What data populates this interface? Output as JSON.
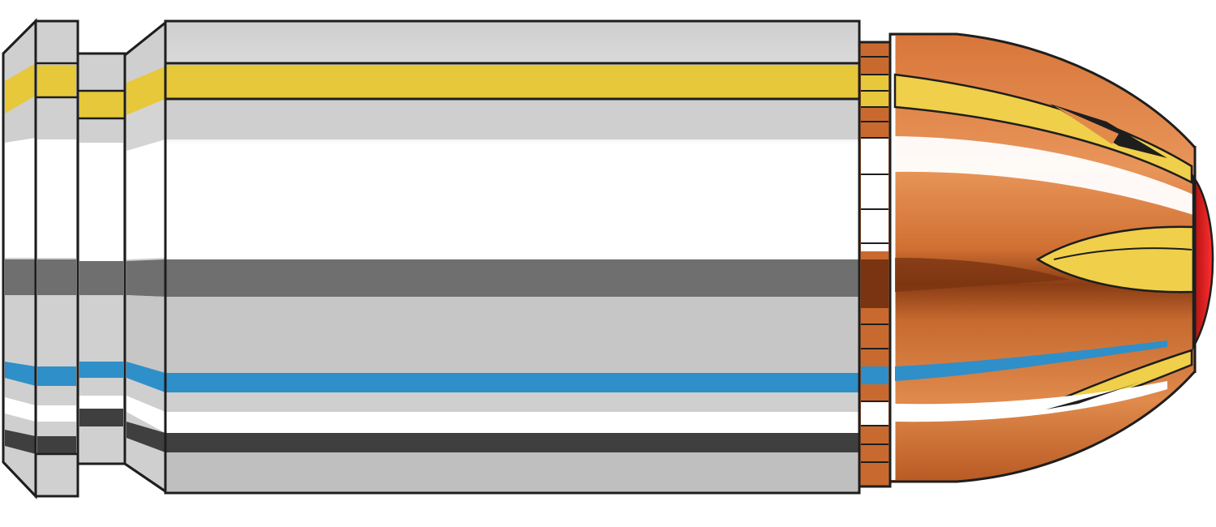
{
  "illustration": {
    "subject": "cartridge-illustration",
    "parts": [
      "rim",
      "extractor-groove",
      "case-body",
      "cannelure",
      "bullet",
      "bullet-tip"
    ]
  },
  "colors": {
    "outline": "#1e1e1e",
    "case_light": "#d4d4d4",
    "case_mid": "#b9b9b9",
    "case_highlight": "#ffffff",
    "case_dark_band": "#6f6f6f",
    "case_darkest_band": "#3f3f3f",
    "gold_band": "#e6c83a",
    "blue_band": "#2f8fc8",
    "copper_light": "#e18a4a",
    "copper_mid": "#c8692e",
    "copper_dark": "#7a3412",
    "gold_skive": "#f0cf4a",
    "tip_red": "#e02020"
  }
}
